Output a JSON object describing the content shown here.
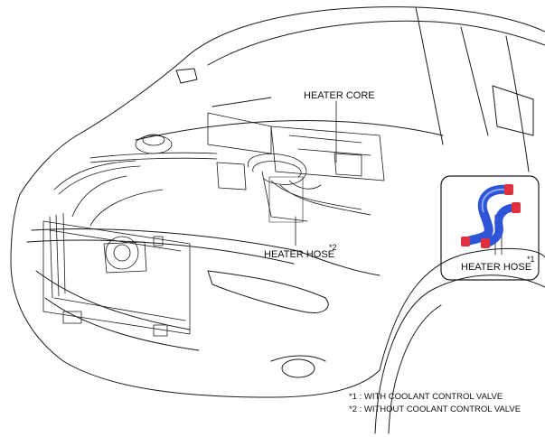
{
  "labels": {
    "heater_core": "HEATER CORE",
    "heater_hose_main": "HEATER HOSE",
    "heater_hose_main_mark": "*2",
    "heater_hose_inset": "HEATER HOSE",
    "heater_hose_inset_mark": "*1"
  },
  "footnotes": [
    "*1 : WITH COOLANT CONTROL VALVE",
    "*2 : WITHOUT COOLANT CONTROL VALVE"
  ],
  "colors": {
    "line": "#1a1a1a",
    "hose_blue": "#2e55d8",
    "hose_clamp": "#e0303f"
  }
}
